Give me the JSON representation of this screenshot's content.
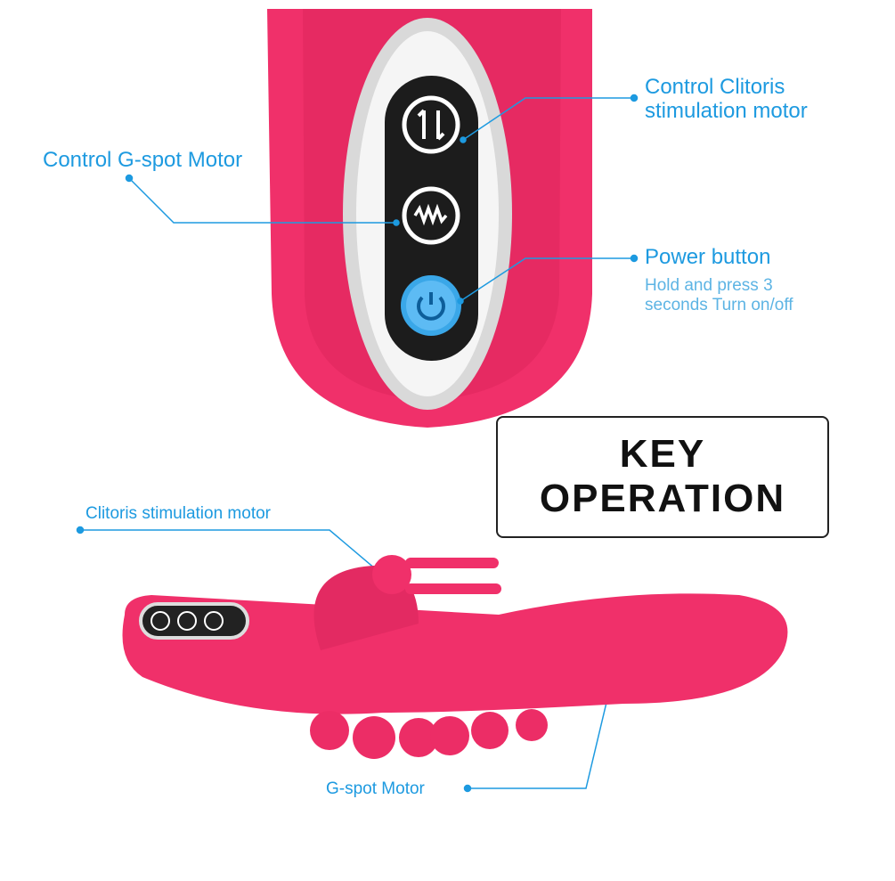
{
  "title": {
    "line1": "KEY",
    "line2": "OPERATION"
  },
  "callouts": {
    "clitoris_control": {
      "line1": "Control Clitoris",
      "line2": "stimulation motor"
    },
    "gspot_control": "Control G-spot Motor",
    "power": {
      "title": "Power button",
      "desc_line1": "Hold and press 3",
      "desc_line2": "seconds Turn on/off"
    },
    "clitoris_motor": "Clitoris stimulation motor",
    "gspot_motor": "G-spot Motor"
  },
  "colors": {
    "body": "#f0306a",
    "label": "#1d9ae0",
    "power_button": "#3aa7e8"
  }
}
